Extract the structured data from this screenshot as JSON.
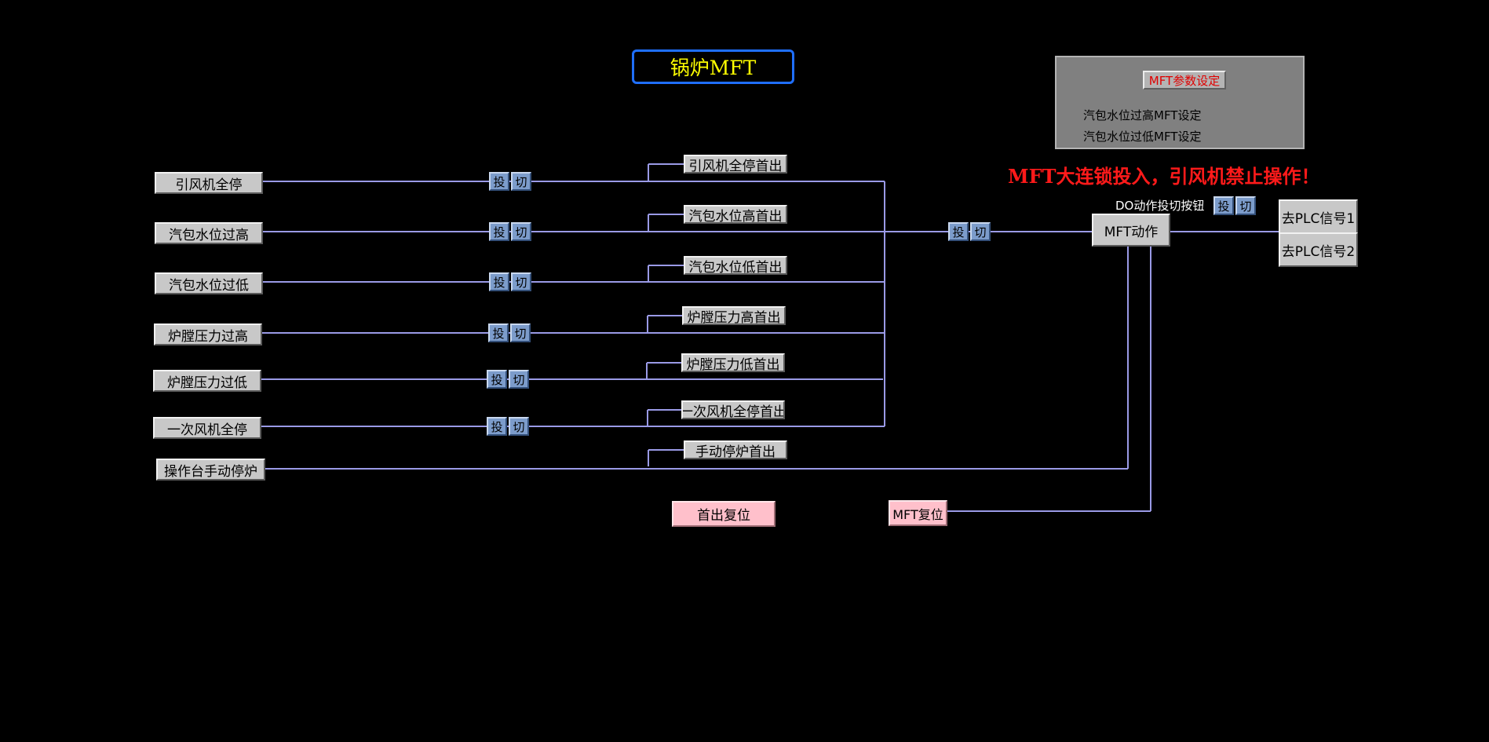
{
  "title": "锅炉MFT",
  "param_panel": {
    "heading": "MFT参数设定",
    "items": [
      "汽包水位过高MFT设定",
      "汽包水位过低MFT设定"
    ]
  },
  "warning": "MFT大连锁投入，引风机禁止操作！",
  "do_label": "DO动作投切按钮",
  "toggle": {
    "on": "投",
    "off": "切"
  },
  "inputs": [
    "引风机全停",
    "汽包水位过高",
    "汽包水位过低",
    "炉膛压力过高",
    "炉膛压力过低",
    "一次风机全停",
    "操作台手动停炉"
  ],
  "first_outs": [
    "引风机全停首出",
    "汽包水位高首出",
    "汽包水位低首出",
    "炉膛压力高首出",
    "炉膛压力低首出",
    "一次风机全停首出",
    "手动停炉首出"
  ],
  "mft_action": "MFT动作",
  "plc": [
    "去PLC信号1",
    "去PLC信号2"
  ],
  "reset_first": "首出复位",
  "reset_mft": "MFT复位",
  "colors": {
    "background": "#000000",
    "wire": "#9a9ae6",
    "title_text": "#ffff00",
    "title_border": "#1f6fff",
    "warning": "#ff1a1a",
    "panel": "#808080",
    "panel_heading": "#e00000",
    "reset_button": "#ffc0cb"
  }
}
